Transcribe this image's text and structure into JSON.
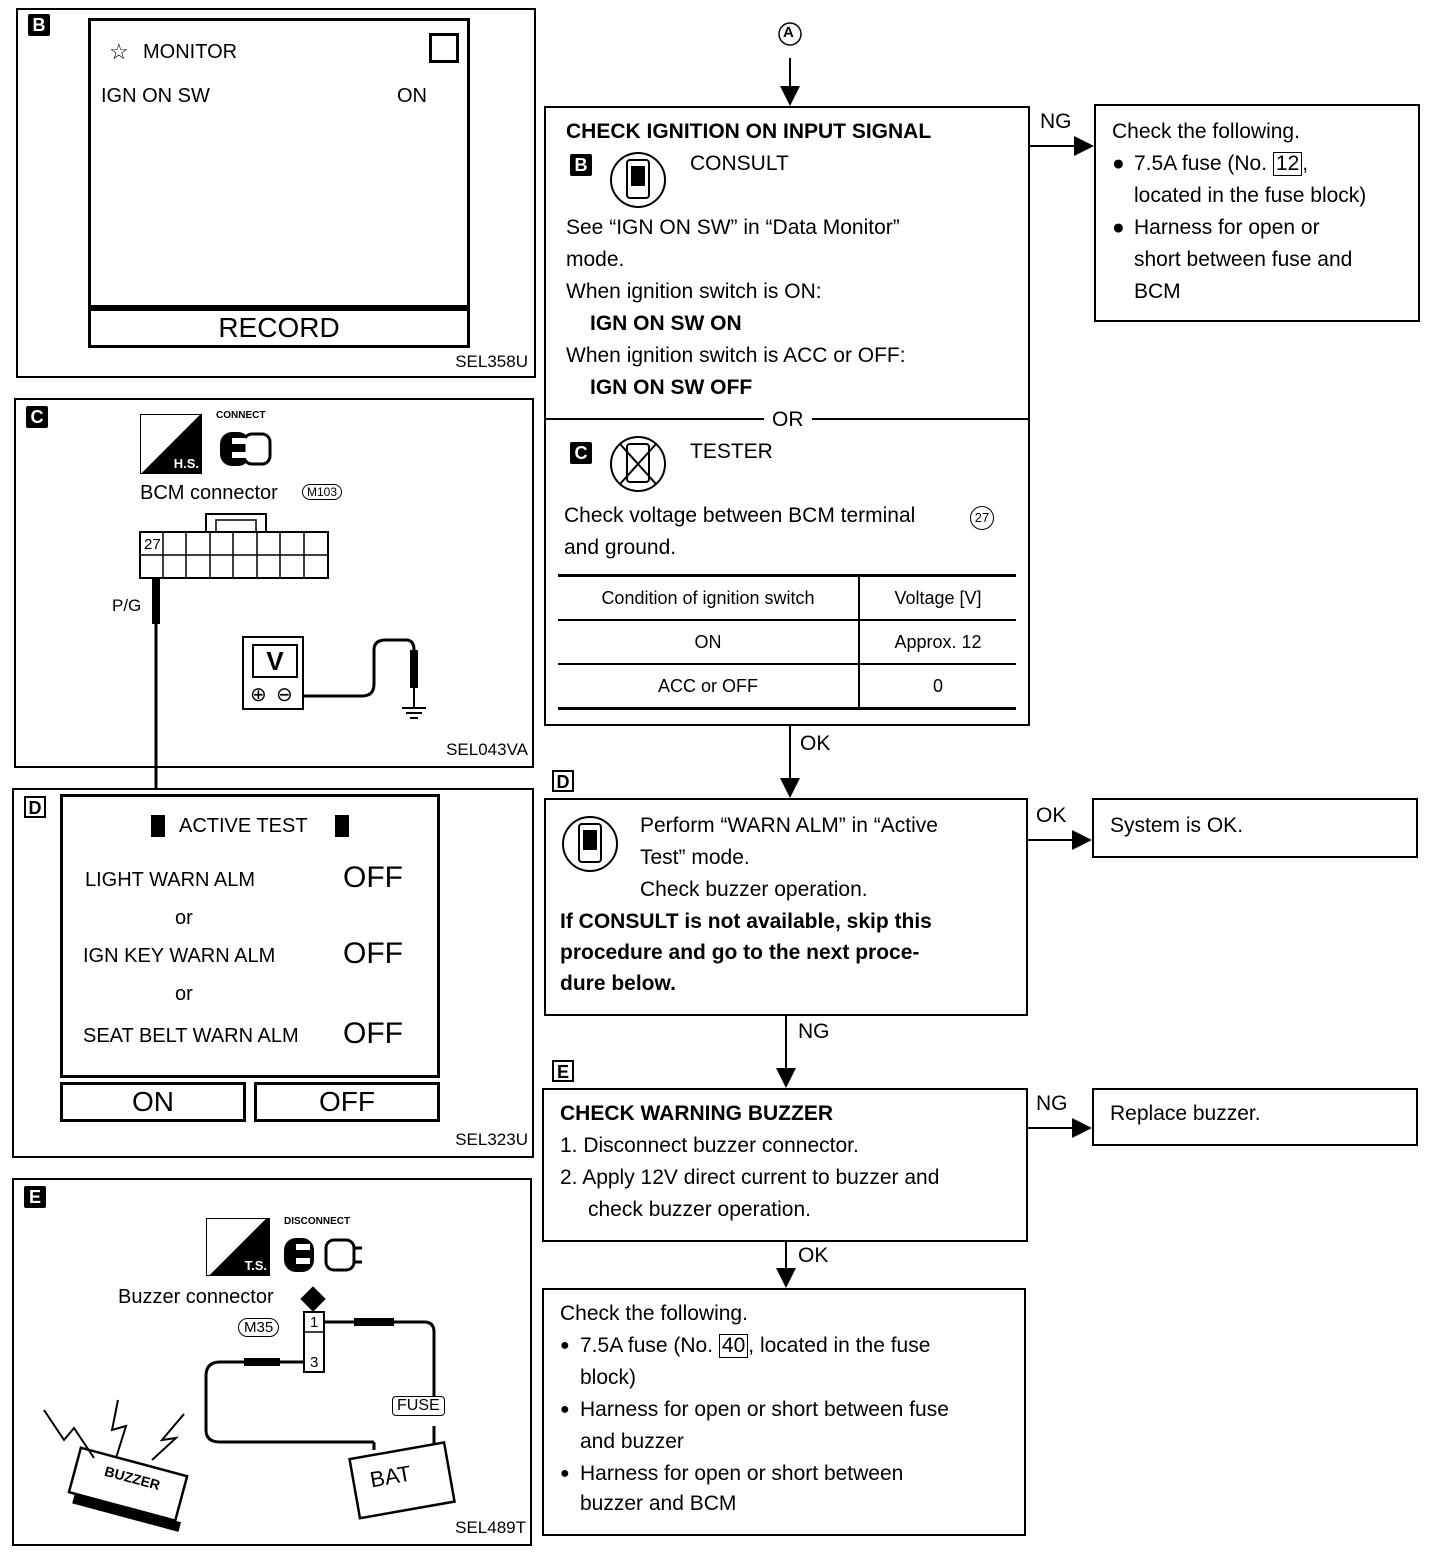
{
  "panelB": {
    "letter": "B",
    "monitor_title": "MONITOR",
    "item_label": "IGN ON SW",
    "item_value": "ON",
    "record_button": "RECORD",
    "code": "SEL358U"
  },
  "panelC": {
    "letter": "C",
    "hs_text": "H.S.",
    "connect_text": "CONNECT",
    "connector_label": "BCM  connector",
    "connector_id": "M103",
    "terminal": "27",
    "wire_color": "P/G",
    "meter_label": "V",
    "code": "SEL043VA"
  },
  "panelD": {
    "letter": "D",
    "title": "ACTIVE TEST",
    "items": [
      {
        "label": "LIGHT WARN ALM",
        "value": "OFF"
      },
      {
        "label": "IGN KEY WARN ALM",
        "value": "OFF"
      },
      {
        "label": "SEAT BELT WARN ALM",
        "value": "OFF"
      }
    ],
    "or_text": "or",
    "on_button": "ON",
    "off_button": "OFF",
    "code": "SEL323U"
  },
  "panelE": {
    "letter": "E",
    "ts_text": "T.S.",
    "disconnect_text": "DISCONNECT",
    "connector_label": "Buzzer connector",
    "connector_id": "M35",
    "pin1": "1",
    "pin3": "3",
    "fuse_label": "FUSE",
    "bat_label": "BAT",
    "buzzer_label": "BUZZER",
    "code": "SEL489T"
  },
  "flow": {
    "start_marker": "A",
    "step1": {
      "title": "CHECK IGNITION ON INPUT SIGNAL",
      "letter": "B",
      "consult": "CONSULT",
      "line1": "See “IGN ON SW” in “Data Monitor”",
      "line2": "mode.",
      "line3": "When ignition switch is ON:",
      "line4": "IGN ON SW ON",
      "line5": "When ignition switch is ACC or OFF:",
      "line6": "IGN ON SW OFF",
      "or": "OR",
      "letter2": "C",
      "tester": "TESTER",
      "line7": "Check voltage between BCM terminal",
      "terminal": "27",
      "line8": "and ground.",
      "table_header": [
        "Condition of ignition switch",
        "Voltage [V]"
      ],
      "table_rows": [
        [
          "ON",
          "Approx. 12"
        ],
        [
          "ACC or OFF",
          "0"
        ]
      ]
    },
    "step1_ng_label": "NG",
    "step1_ng_box": {
      "line1": "Check the following.",
      "b1a": "7.5A fuse (No.",
      "fuse_no": "12",
      "b1b": ",",
      "b1c": "located in the fuse block)",
      "b2a": "Harness for open or",
      "b2b": "short between fuse and",
      "b2c": "BCM"
    },
    "step1_ok_label": "OK",
    "step2": {
      "letter": "D",
      "line1": "Perform “WARN ALM” in “Active",
      "line2": "Test” mode.",
      "line3": "Check buzzer operation.",
      "bold1": "If CONSULT is not available, skip this",
      "bold2": "procedure and go to the next proce-",
      "bold3": "dure below."
    },
    "step2_ok_label": "OK",
    "step2_ok_box": "System is OK.",
    "step2_ng_label": "NG",
    "step3": {
      "letter": "E",
      "title": "CHECK WARNING BUZZER",
      "line1": "1. Disconnect buzzer connector.",
      "line2": "2. Apply 12V direct current to buzzer and",
      "line3": "check buzzer operation."
    },
    "step3_ng_label": "NG",
    "step3_ng_box": "Replace buzzer.",
    "step3_ok_label": "OK",
    "step4": {
      "line1": "Check the following.",
      "b1a": "7.5A fuse (No.",
      "fuse_no": "40",
      "b1b": ", located in the fuse",
      "b1c": "block)",
      "b2a": "Harness for open or short between fuse",
      "b2b": "and buzzer",
      "b3a": "Harness for open or short between",
      "b3b": "buzzer and BCM"
    }
  }
}
